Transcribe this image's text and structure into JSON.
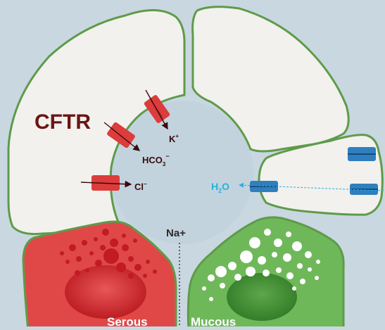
{
  "labels": {
    "cftr": "CFTR",
    "potassium": "K",
    "potassium_charge": "+",
    "bicarbonate": "HCO",
    "bicarbonate_sub": "3",
    "bicarbonate_charge": "−",
    "chloride": "Cl",
    "chloride_charge": "−",
    "water": "H",
    "water_sub": "2",
    "water_o": "O",
    "sodium": "Na+",
    "serous": "Serous",
    "mucous": "Mucous"
  },
  "colors": {
    "background": "#c9d7e1",
    "lumen": "#c2d3de",
    "cell_fill": "#f2f1ee",
    "cell_border": "#5e9b49",
    "channel_red": "#dc3c3c",
    "channel_blue": "#2f7fbf",
    "serous_red": "#e04848",
    "mucous_green": "#6fb85a",
    "label_dark_red": "#6b1414",
    "water_cyan": "#27b3d6",
    "text_dark": "#2b2b2b"
  },
  "icons": {
    "cftr_channel": "red-membrane-channel",
    "aquaporin": "blue-membrane-channel",
    "arrow": "flow-arrow"
  }
}
